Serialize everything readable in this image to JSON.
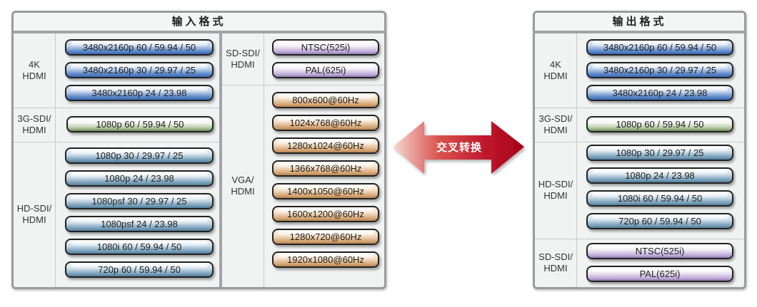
{
  "input_panel": {
    "title": "输入格式",
    "left_column": [
      {
        "label": "4K\nHDMI",
        "style": "blue",
        "items": [
          "3480x2160p 60 / 59.94 / 50",
          "3480x2160p 30 / 29.97 / 25",
          "3480x2160p 24 / 23.98"
        ]
      },
      {
        "label": "3G-SDI/\nHDMI",
        "style": "green",
        "items": [
          "1080p 60 / 59.94 / 50"
        ]
      },
      {
        "label": "HD-SDI/\nHDMI",
        "style": "steel",
        "items": [
          "1080p 30 / 29.97 / 25",
          "1080p 24 / 23.98",
          "1080psf 30 / 29.97 / 25",
          "1080psf 24 / 23.98",
          "1080i 60 / 59.94 / 50",
          "720p 60 / 59.94 / 50"
        ]
      }
    ],
    "right_column": [
      {
        "label": "SD-SDI/\nHDMI",
        "style": "purple",
        "items": [
          "NTSC(525i)",
          "PAL(625i)"
        ]
      },
      {
        "label": "VGA/\nHDMI",
        "style": "tan",
        "items": [
          "800x600@60Hz",
          "1024x768@60Hz",
          "1280x1024@60Hz",
          "1366x768@60Hz",
          "1400x1050@60Hz",
          "1600x1200@60Hz",
          "1280x720@60Hz",
          "1920x1080@60Hz"
        ]
      }
    ]
  },
  "cross_conversion": {
    "label": "交叉转换",
    "icon": "double-arrow-icon",
    "colors": {
      "left": "#f3c9c2",
      "right": "#b8001e"
    }
  },
  "output_panel": {
    "title": "输出格式",
    "column": [
      {
        "label": "4K\nHDMI",
        "style": "blue",
        "items": [
          "3480x2160p 60 / 59.94 / 50",
          "3480x2160p 30 / 29.97 / 25",
          "3480x2160p 24 / 23.98"
        ]
      },
      {
        "label": "3G-SDI/\nHDMI",
        "style": "green",
        "items": [
          "1080p 60 / 59.94 / 50"
        ]
      },
      {
        "label": "HD-SDI/\nHDMI",
        "style": "steel",
        "items": [
          "1080p 30 / 29.97 / 25",
          "1080p 24 / 23.98",
          "1080i 60 / 59.94 / 50",
          "720p 60 / 59.94 / 50"
        ]
      },
      {
        "label": "SD-SDI/\nHDMI",
        "style": "purple",
        "items": [
          "NTSC(525i)",
          "PAL(625i)"
        ]
      }
    ]
  }
}
